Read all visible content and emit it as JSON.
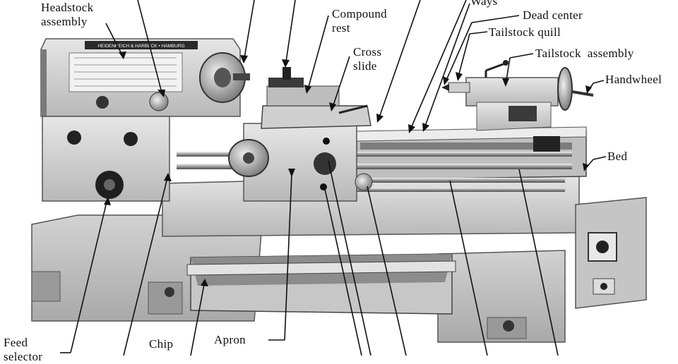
{
  "figure": {
    "labels": {
      "headstock": [
        "Headstock",
        "assembly"
      ],
      "compound_rest": [
        "Compound",
        "rest"
      ],
      "cross_slide": [
        "Cross",
        "slide"
      ],
      "ways": "Ways",
      "dead_center": "Dead center",
      "tailstock_quill": "Tailstock quill",
      "tailstock_assembly": "Tailstock  assembly",
      "handwheel": "Handwheel",
      "bed": "Bed",
      "apron": "Apron",
      "feed_selector": [
        "Feed",
        "selector"
      ],
      "chip": "Chip",
      "plate_text": "HEIDENREICH & HARBECK • HAMBURG"
    },
    "colors": {
      "ink": "#111111",
      "metal_light": "#d9d9d9",
      "metal_mid": "#bdbdbd",
      "metal_dark": "#8f8f8f",
      "shadow": "#5a5a5a"
    }
  }
}
